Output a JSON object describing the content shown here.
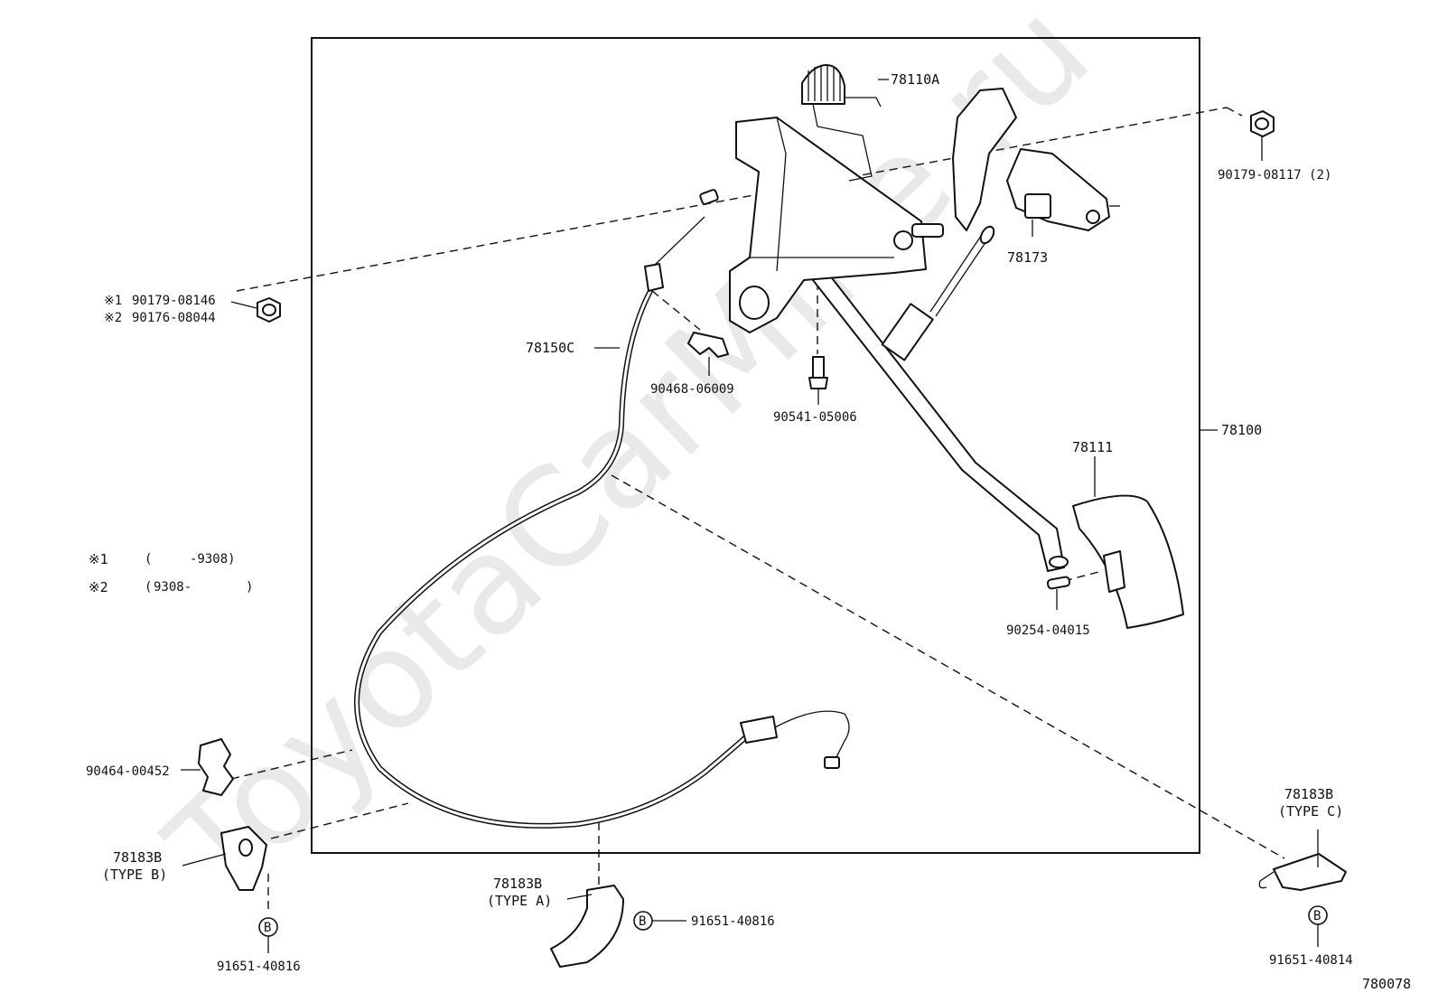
{
  "watermark": "ToyotaCarMine.ru",
  "parts": {
    "spring": "78110A",
    "nut_top_right": "90179-08117 (2)",
    "bracket": "78173",
    "nut_left_1": "90179-08146",
    "nut_left_2": "90176-08044",
    "nut_left_mark_1": "※1",
    "nut_left_mark_2": "※2",
    "cable": "78150C",
    "clip": "90468-06009",
    "bolt": "90541-05006",
    "assembly": "78100",
    "pedal_pad": "78111",
    "pin": "90254-04015",
    "clamp_left": "90464-00452",
    "clamp_b": "78183B",
    "clamp_b_type": "(TYPE B)",
    "clamp_a": "78183B",
    "clamp_a_type": "(TYPE A)",
    "clamp_c": "78183B",
    "clamp_c_type": "(TYPE C)",
    "bolt_b_left": "91651-40816",
    "bolt_b_mid": "91651-40816",
    "bolt_b_right": "91651-40814",
    "bolt_symbol": "B",
    "diagram_code": "780078"
  },
  "notes": [
    {
      "mark": "※1",
      "open": "(",
      "from": "",
      "to": "-9308)"
    },
    {
      "mark": "※2",
      "open": "(",
      "from": "9308-",
      "to": ")"
    }
  ]
}
